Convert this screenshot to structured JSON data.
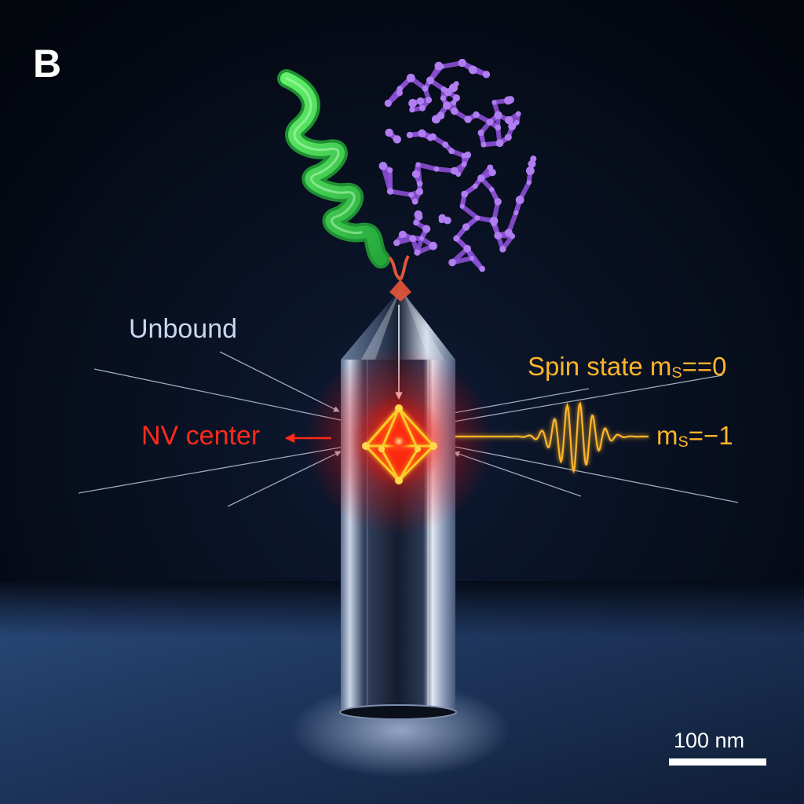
{
  "panel_label": "B",
  "labels": {
    "unbound": "Unbound",
    "nv_center": "NV center",
    "spin_state_prefix": "Spin state m",
    "spin_state_sub": "S",
    "spin_state_suffix": "==0",
    "ms_minus1_prefix": "m",
    "ms_minus1_sub": "S",
    "ms_minus1_suffix": "=−1"
  },
  "scale_bar": {
    "label": "100 nm"
  },
  "colors": {
    "unbound_label": "#c9d8f2",
    "nv_label": "#ff2a1a",
    "spin_label": "#ffb52a",
    "defect": "#ff2a10",
    "lattice": "#ffcc22",
    "helix": "#3bd84b",
    "molecule": "#8a4fd4"
  },
  "icons": {
    "nv_arrow": "arrow-left-icon",
    "signal": "oscillation-waveform-icon"
  }
}
